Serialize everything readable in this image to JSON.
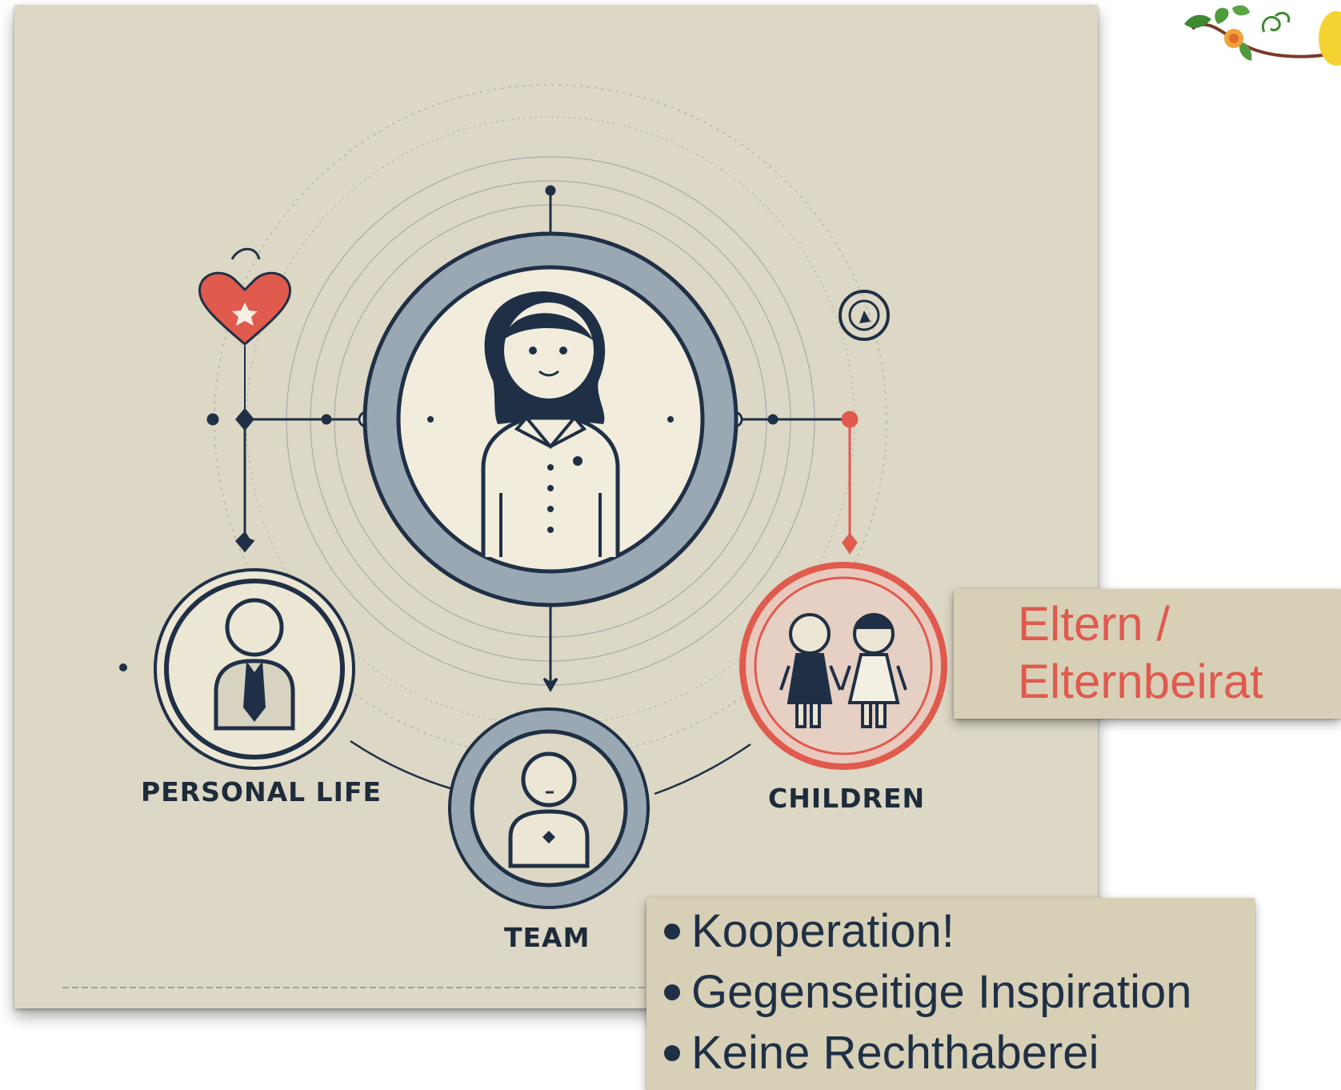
{
  "diagram": {
    "nodes": {
      "center": {
        "icon": "woman-icon"
      },
      "personal": {
        "label": "PERSONAL LIFE",
        "icon": "businessman-icon"
      },
      "team": {
        "label": "TEAM",
        "icon": "person-icon"
      },
      "children": {
        "label": "CHILDREN",
        "icon": "children-icon"
      }
    },
    "accent_icons": [
      "heart-star-icon",
      "clock-badge-icon"
    ]
  },
  "callout_parents": {
    "line1": "Eltern /",
    "line2": "Elternbeirat"
  },
  "callout_points": {
    "items": [
      "Kooperation!",
      "Gegenseitige Inspiration",
      "Keine Rechthaberei"
    ]
  },
  "colors": {
    "panel": "#ddd7c5",
    "callout": "#d8d0b6",
    "navy": "#1f3046",
    "accent_red": "#e05a4e",
    "ring_gray": "#9aa8b4"
  },
  "logo": {
    "icon": "vine-logo-icon"
  }
}
